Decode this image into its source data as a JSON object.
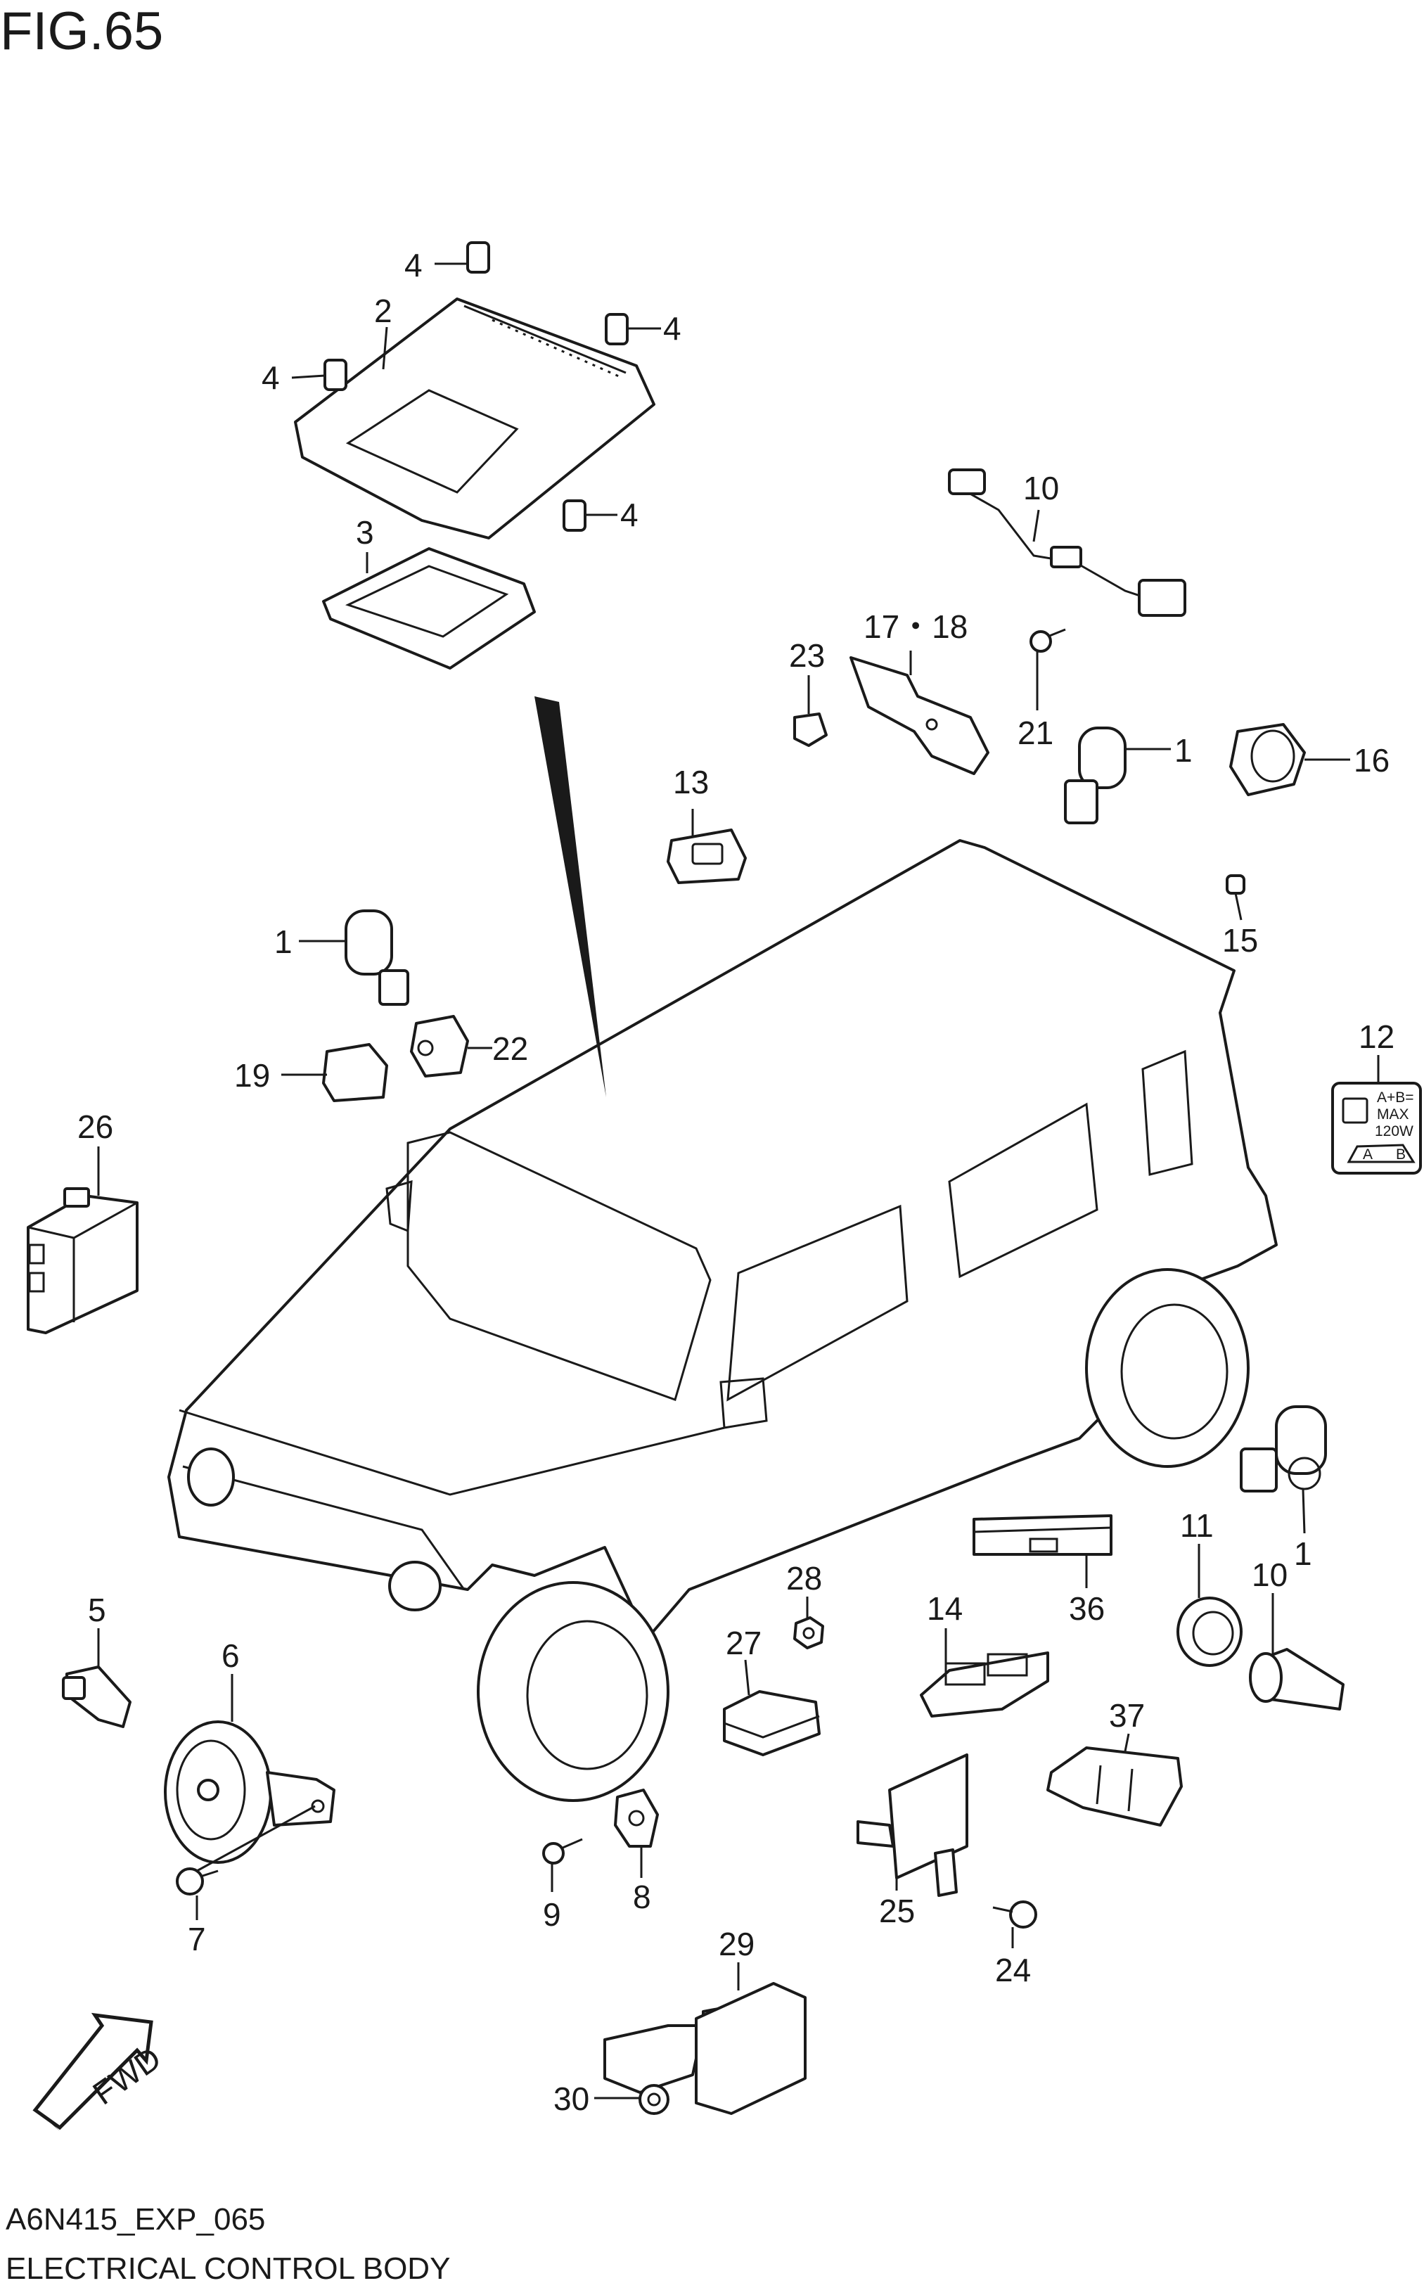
{
  "header": {
    "title": "FIG.65"
  },
  "footer": {
    "code": "A6N415_EXP_065",
    "section": "ELECTRICAL CONTROL BODY"
  },
  "arrow": {
    "label": "FWD"
  },
  "label12": {
    "l1": "A+B=",
    "l2": "MAX",
    "l3": "120W",
    "a": "A",
    "b": "B"
  },
  "callouts": [
    {
      "id": "c4a",
      "text": "4"
    },
    {
      "id": "c2",
      "text": "2"
    },
    {
      "id": "c4b",
      "text": "4"
    },
    {
      "id": "c4c",
      "text": "4"
    },
    {
      "id": "c4d",
      "text": "4"
    },
    {
      "id": "c3",
      "text": "3"
    },
    {
      "id": "c10a",
      "text": "10"
    },
    {
      "id": "c1718",
      "text": "17・18"
    },
    {
      "id": "c23",
      "text": "23"
    },
    {
      "id": "c21",
      "text": "21"
    },
    {
      "id": "c1a",
      "text": "1"
    },
    {
      "id": "c16",
      "text": "16"
    },
    {
      "id": "c13",
      "text": "13"
    },
    {
      "id": "c15",
      "text": "15"
    },
    {
      "id": "c1b",
      "text": "1"
    },
    {
      "id": "c22",
      "text": "22"
    },
    {
      "id": "c19",
      "text": "19"
    },
    {
      "id": "c12",
      "text": "12"
    },
    {
      "id": "c26",
      "text": "26"
    },
    {
      "id": "c5",
      "text": "5"
    },
    {
      "id": "c6",
      "text": "6"
    },
    {
      "id": "c7",
      "text": "7"
    },
    {
      "id": "c28",
      "text": "28"
    },
    {
      "id": "c27",
      "text": "27"
    },
    {
      "id": "c9",
      "text": "9"
    },
    {
      "id": "c8",
      "text": "8"
    },
    {
      "id": "c14",
      "text": "14"
    },
    {
      "id": "c36",
      "text": "36"
    },
    {
      "id": "c11",
      "text": "11"
    },
    {
      "id": "c10b",
      "text": "10"
    },
    {
      "id": "c1c",
      "text": "1"
    },
    {
      "id": "c37",
      "text": "37"
    },
    {
      "id": "c25",
      "text": "25"
    },
    {
      "id": "c24",
      "text": "24"
    },
    {
      "id": "c29",
      "text": "29"
    },
    {
      "id": "c30",
      "text": "30"
    }
  ]
}
